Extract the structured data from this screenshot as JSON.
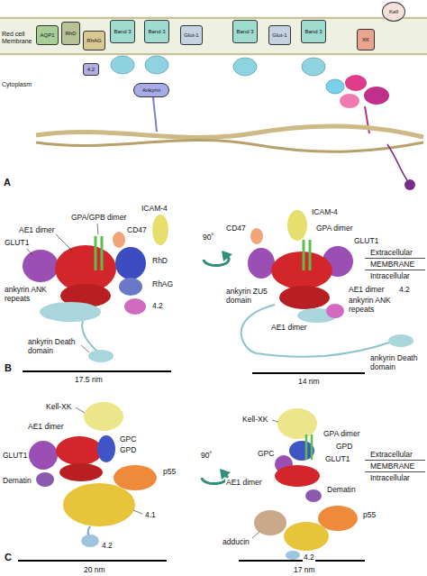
{
  "diagram": {
    "nodes": [
      {
        "text": [
          "AQP1"
        ]
      },
      {
        "text": [
          "RhD"
        ]
      },
      {
        "text": [
          "RhAG"
        ]
      },
      {
        "text": [
          "Band 3"
        ]
      },
      {
        "text": [
          "Band 3"
        ]
      },
      {
        "text": [
          "Glut-1"
        ]
      },
      {
        "text": [
          "Band 3"
        ]
      },
      {
        "text": [
          "Glut-1"
        ]
      },
      {
        "text": [
          "Band 3"
        ]
      },
      {
        "text": [
          "XK"
        ]
      },
      {
        "text": [
          "Kell"
        ]
      },
      {
        "text": [
          "4.2"
        ]
      },
      {
        "text": [
          "Ankyrin"
        ]
      }
    ],
    "labels": [
      "Red cell Membrane",
      "Cytoplasm",
      "A",
      "GLUT1",
      "AE1 dimer",
      "GPA/GPB dimer",
      "CD47",
      "ICAM-4",
      "RhD",
      "RhAG",
      "ankyrin ANK repeats",
      "4.2",
      "ankyrin Death domain",
      "17.5 nm",
      "B",
      "90˚",
      "CD47",
      "ICAM-4",
      "GPA dimer",
      "GLUT1",
      "Extracellular",
      "MEMBRANE",
      "Intracellular",
      "ankyrin ZU5 domain",
      "AE1 dimer",
      "AE1 dimer",
      "ankyrin ANK repeats",
      "4.2",
      "ankyrin Death domain",
      "14 nm",
      "Kell-XK",
      "AE1 dimer",
      "GPC",
      "GPD",
      "GLUT1",
      "Dematin",
      "p55",
      "4.1",
      "4.2",
      "C",
      "20 nm",
      "90˚",
      "Kell-XK",
      "GPA dimer",
      "GPD",
      "GPC",
      "GLUT1",
      "Extracellular",
      "MEMBRANE",
      "Intracellular",
      "AE1 dimer",
      "Dematin",
      "p55",
      "adducin",
      "4.2",
      "17 nm"
    ]
  }
}
